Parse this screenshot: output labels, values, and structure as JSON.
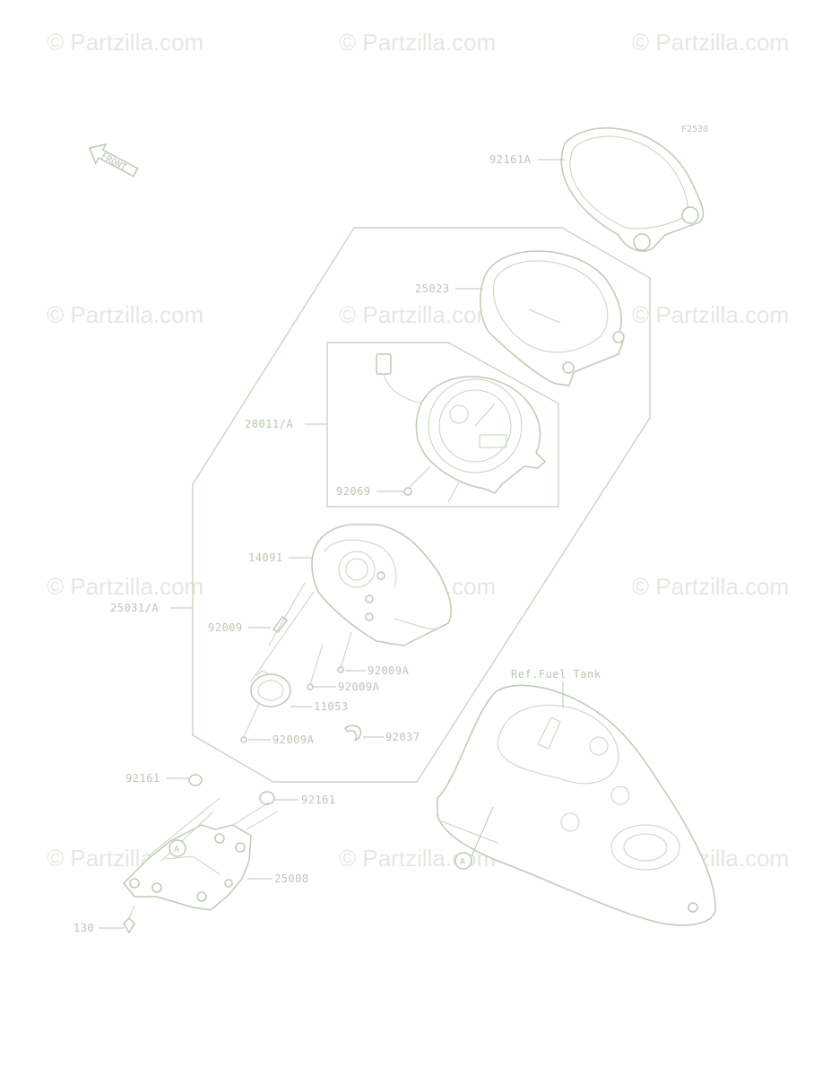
{
  "watermark": "© Partzilla.com",
  "diagram_code": "F2530",
  "front_arrow": "FRONT",
  "callouts": {
    "c92161A": "92161A",
    "c25023": "25023",
    "c28011A": "28011/A",
    "c92069": "92069",
    "c14091": "14091",
    "c25031A": "25031/A",
    "c92009": "92009",
    "c92009A_1": "92009A",
    "c92009A_2": "92009A",
    "c11053": "11053",
    "c92037": "92037",
    "c92009A_3": "92009A",
    "c92161_1": "92161",
    "c92161_2": "92161",
    "c25008": "25008",
    "c130": "130",
    "ref_fuel_tank": "Ref.Fuel Tank",
    "marker_a1": "A",
    "marker_a2": "A"
  },
  "colors": {
    "line": "#c8d6c0",
    "text": "#b8c8b0",
    "watermark": "#e3e8e0"
  }
}
